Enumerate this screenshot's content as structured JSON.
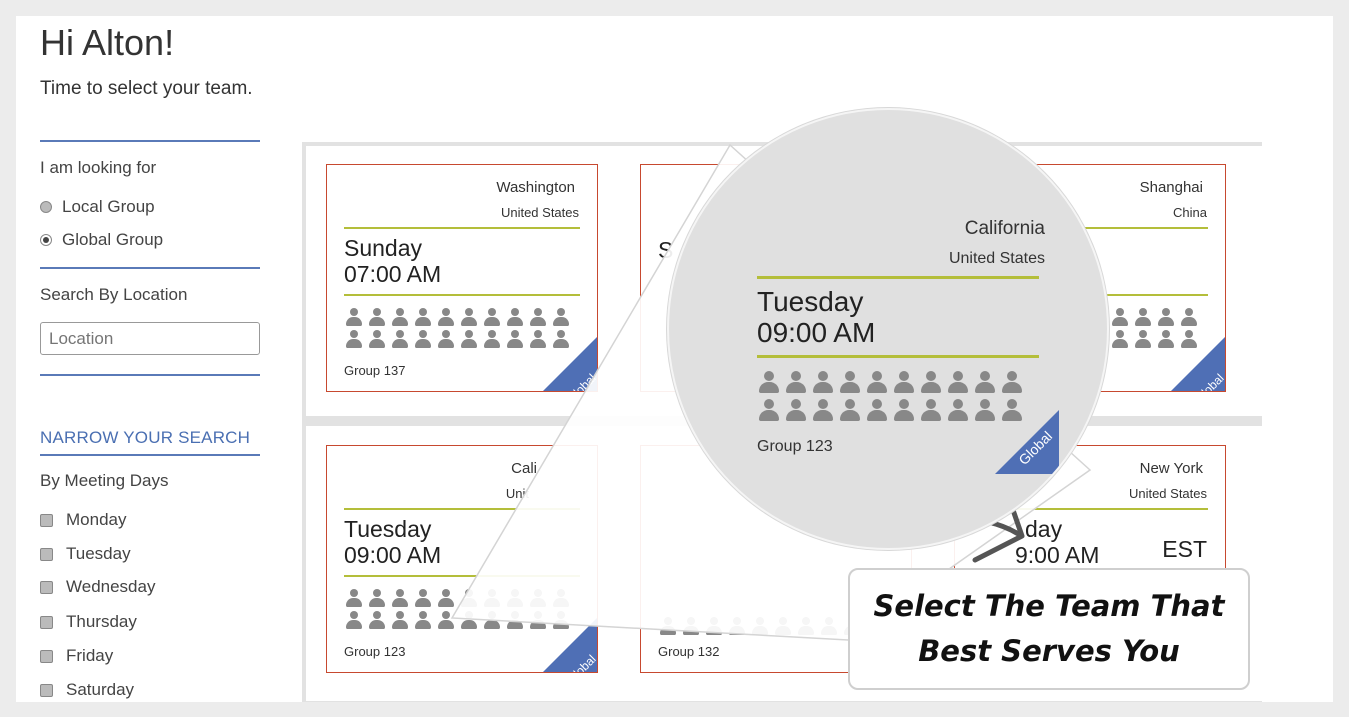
{
  "greeting": "Hi Alton!",
  "subtitle": "Time to select your team.",
  "filters": {
    "looking_for_label": "I am looking for",
    "options": [
      {
        "label": "Local Group",
        "selected": false
      },
      {
        "label": "Global Group",
        "selected": true
      }
    ],
    "search_label": "Search By Location",
    "location_placeholder": "Location",
    "narrow_heading": "NARROW YOUR SEARCH",
    "days_label": "By Meeting Days",
    "days": [
      "Monday",
      "Tuesday",
      "Wednesday",
      "Thursday",
      "Friday",
      "Saturday"
    ]
  },
  "cards": [
    {
      "city": "Washington",
      "country": "United States",
      "day": "Sunday",
      "time": "07:00 AM",
      "group": "Group 137",
      "badge": "Global"
    },
    {
      "city": "",
      "country": "",
      "day": "S",
      "time": "",
      "group": "",
      "badge": ""
    },
    {
      "city": "Shanghai",
      "country": "China",
      "day": "",
      "time": "",
      "group": "",
      "badge": "Global"
    },
    {
      "city": "Cali",
      "country": "Unit",
      "day": "Tuesday",
      "time": "09:00 AM",
      "group": "Group 123",
      "badge": "Global"
    },
    {
      "city": "",
      "country": "",
      "day": "",
      "time": "",
      "group": "Group 132",
      "badge": ""
    },
    {
      "city": "New York",
      "country": "United States",
      "day": "day",
      "time": "9:00 AM",
      "tz": "EST",
      "group": "",
      "badge": ""
    }
  ],
  "zoom": {
    "city": "California",
    "country": "United States",
    "day": "Tuesday",
    "time": "09:00 AM",
    "group": "Group 123",
    "badge": "Global"
  },
  "callout": {
    "line1": "Select The Team That",
    "line2": "Best Serves You"
  },
  "colors": {
    "accent_blue": "#4f6fb5",
    "card_border": "#c7492f",
    "divider_green": "#b4be3a"
  }
}
